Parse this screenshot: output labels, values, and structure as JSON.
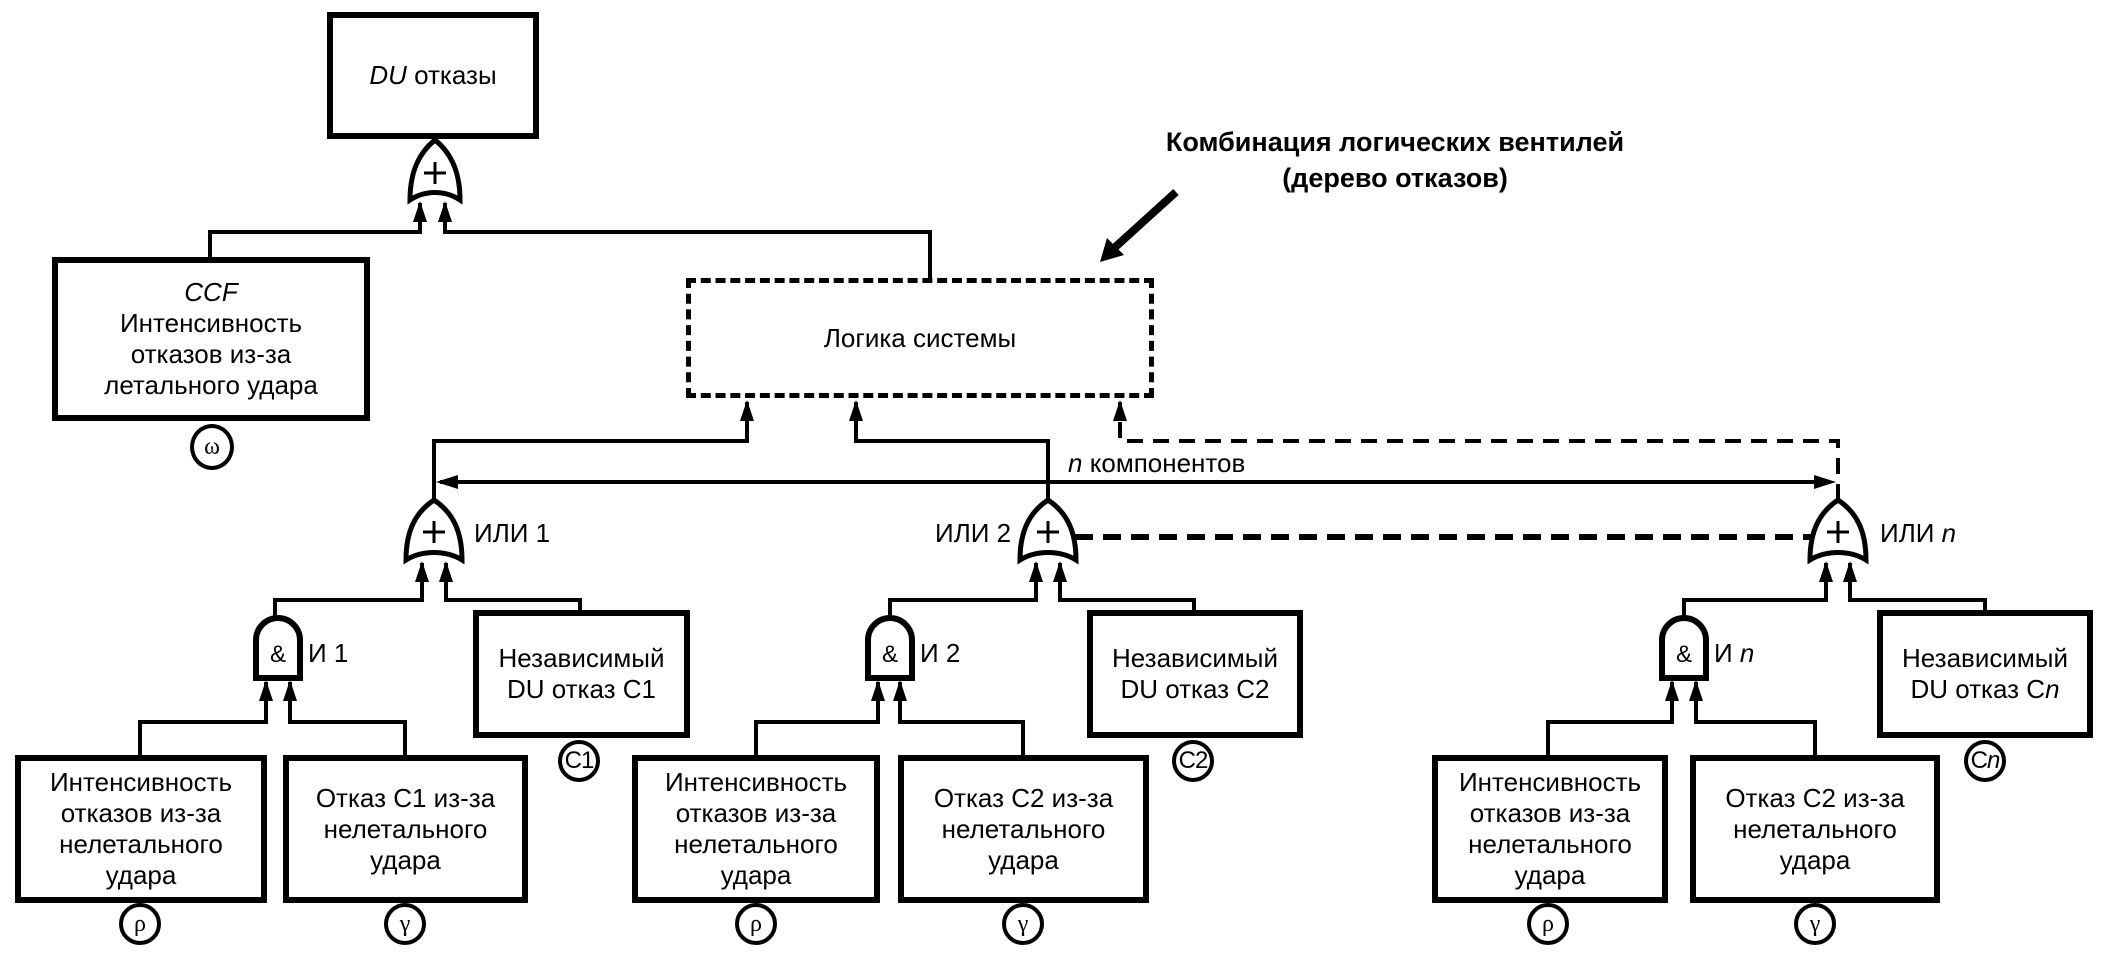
{
  "top_event": {
    "prefix": "DU",
    "text": " отказы"
  },
  "annotation": {
    "line1": "Комбинация логических вентилей",
    "line2": "(дерево отказов)"
  },
  "ccf_box": {
    "prefix": "CCF",
    "lines": [
      "Интенсивность",
      "отказов из-за",
      "летального удара"
    ],
    "symbol": "ω"
  },
  "system_logic": {
    "label": "Логика системы"
  },
  "n_components": {
    "italic": "n",
    "text": " компонентов"
  },
  "groups": [
    {
      "or_label": "ИЛИ 1",
      "and_label": "И 1",
      "independent": {
        "lines": [
          "Независимый",
          "DU отказ С1"
        ],
        "symbol": "С1"
      },
      "intensity": {
        "lines": [
          "Интенсивность",
          "отказов из-за",
          "нелетального",
          "удара"
        ],
        "symbol": "ρ"
      },
      "failure": {
        "lines": [
          "Отказ С1 из-за",
          "нелетального",
          "удара"
        ],
        "symbol": "γ"
      }
    },
    {
      "or_label": "ИЛИ 2",
      "and_label": "И 2",
      "independent": {
        "lines": [
          "Независимый",
          "DU отказ С2"
        ],
        "symbol": "С2"
      },
      "intensity": {
        "lines": [
          "Интенсивность",
          "отказов из-за",
          "нелетального",
          "удара"
        ],
        "symbol": "ρ"
      },
      "failure": {
        "lines": [
          "Отказ С2 из-за",
          "нелетального",
          "удара"
        ],
        "symbol": "γ"
      }
    },
    {
      "or_label": "ИЛИ ",
      "or_label_italic": "n",
      "and_label": "И ",
      "and_label_italic": "n",
      "independent": {
        "line1": "Независимый",
        "line2": "DU отказ С",
        "line2_italic": "n",
        "symbol": "С",
        "symbol_italic": "n"
      },
      "intensity": {
        "lines": [
          "Интенсивность",
          "отказов из-за",
          "нелетального",
          "удара"
        ],
        "symbol": "ρ"
      },
      "failure": {
        "lines": [
          "Отказ С2 из-за",
          "нелетального",
          "удара"
        ],
        "symbol": "γ"
      }
    }
  ],
  "gate_symbols": {
    "or": "+",
    "and": "&"
  }
}
